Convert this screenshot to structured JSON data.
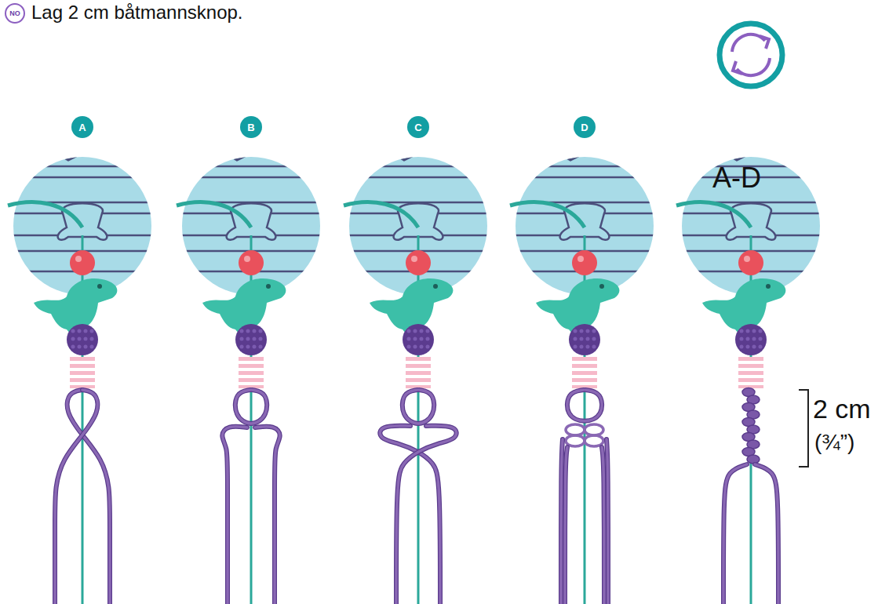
{
  "diagram": {
    "title": "Lag 2 cm båtmannsknop.",
    "nodes": [
      {
        "text": [
          "NO"
        ]
      },
      {
        "text": [
          "A"
        ]
      },
      {
        "text": [
          "B"
        ]
      },
      {
        "text": [
          "C"
        ]
      },
      {
        "text": [
          "D"
        ]
      }
    ],
    "labels": [
      "A-D",
      "2 cm",
      "(¾”)"
    ]
  }
}
